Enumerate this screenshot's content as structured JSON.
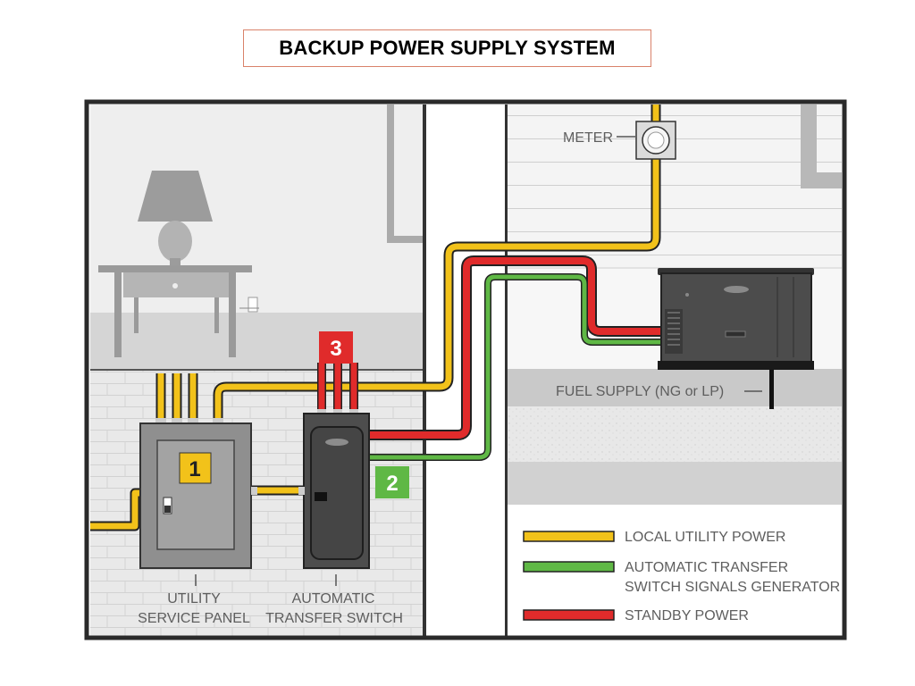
{
  "title": "BACKUP POWER SUPPLY SYSTEM",
  "labels": {
    "meter": "METER",
    "fuel_supply": "FUEL SUPPLY (NG or LP)",
    "utility_panel_line1": "UTILITY",
    "utility_panel_line2": "SERVICE PANEL",
    "ats_line1": "AUTOMATIC",
    "ats_line2": "TRANSFER SWITCH"
  },
  "markers": {
    "one": "1",
    "two": "2",
    "three": "3"
  },
  "legend": [
    {
      "color": "#f2c21a",
      "line1": "LOCAL UTILITY POWER",
      "line2": ""
    },
    {
      "color": "#5fb845",
      "line1": "AUTOMATIC TRANSFER",
      "line2": "SWITCH SIGNALS GENERATOR"
    },
    {
      "color": "#e02b2b",
      "line1": "STANDBY POWER",
      "line2": ""
    }
  ],
  "colors": {
    "utility": "#f2c21a",
    "signal": "#5fb845",
    "standby": "#e02b2b"
  }
}
